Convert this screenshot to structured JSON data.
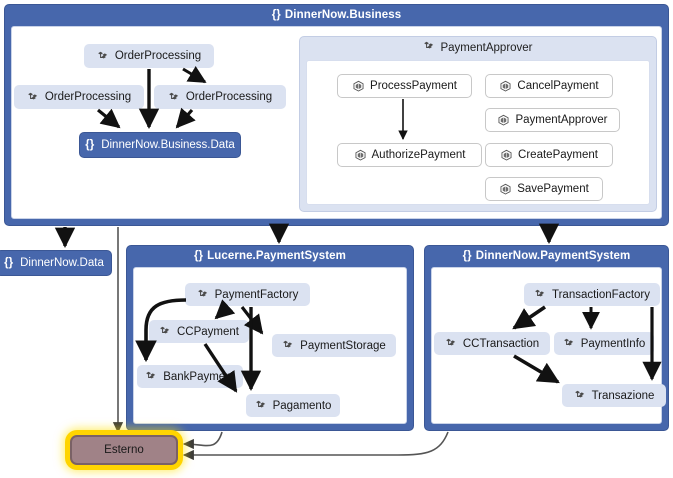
{
  "diagram": {
    "type": "dependency-graph",
    "title": "DinnerNow.Business",
    "colors": {
      "namespace_header": "#4767ac",
      "class_node": "#dbe2f1",
      "namespace_node": "#4767ac",
      "method_node": "#ffffff",
      "external_node_fill": "#a08287",
      "external_node_glow": "#ffd400",
      "edge": "#1a1a1a"
    }
  },
  "brace": "{}",
  "groups": {
    "business": {
      "title": "DinnerNow.Business",
      "nodes": [
        {
          "label": "OrderProcessing",
          "icon": "class-icon",
          "kind": "class"
        },
        {
          "label": "OrderProcessing",
          "icon": "class-icon",
          "kind": "class"
        },
        {
          "label": "OrderProcessing",
          "icon": "class-icon",
          "kind": "class"
        },
        {
          "label": "DinnerNow.Business.Data",
          "icon": "namespace-icon",
          "kind": "namespace"
        }
      ],
      "class_group": {
        "title": "PaymentApprover",
        "icon": "class-icon",
        "methods": [
          {
            "label": "ProcessPayment",
            "icon": "method-icon"
          },
          {
            "label": "CancelPayment",
            "icon": "method-icon"
          },
          {
            "label": "PaymentApprover",
            "icon": "method-icon"
          },
          {
            "label": "AuthorizePayment",
            "icon": "method-icon"
          },
          {
            "label": "CreatePayment",
            "icon": "method-icon"
          },
          {
            "label": "SavePayment",
            "icon": "method-icon"
          }
        ]
      }
    },
    "dinnernow_data": {
      "title": "DinnerNow.Data",
      "icon": "namespace-icon",
      "kind": "namespace"
    },
    "lucerne": {
      "title": "Lucerne.PaymentSystem",
      "nodes": [
        {
          "label": "PaymentFactory",
          "icon": "class-icon",
          "kind": "class"
        },
        {
          "label": "CCPayment",
          "icon": "class-icon",
          "kind": "class"
        },
        {
          "label": "PaymentStorage",
          "icon": "class-icon",
          "kind": "class"
        },
        {
          "label": "BankPayment",
          "icon": "class-icon",
          "kind": "class"
        },
        {
          "label": "Pagamento",
          "icon": "class-icon",
          "kind": "class"
        }
      ]
    },
    "dinnernow_payment": {
      "title": "DinnerNow.PaymentSystem",
      "nodes": [
        {
          "label": "TransactionFactory",
          "icon": "class-icon",
          "kind": "class"
        },
        {
          "label": "CCTransaction",
          "icon": "class-icon",
          "kind": "class"
        },
        {
          "label": "PaymentInfo",
          "icon": "class-icon",
          "kind": "class"
        },
        {
          "label": "Transazione",
          "icon": "class-icon",
          "kind": "class"
        }
      ]
    },
    "external": {
      "label": "Esterno",
      "kind": "external-selected"
    }
  }
}
